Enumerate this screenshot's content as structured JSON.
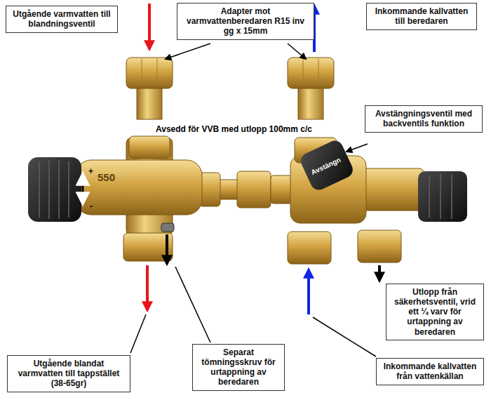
{
  "diagram": {
    "nodes": [
      {
        "text": [
          "Utgående varmvatten till blandningsventil"
        ]
      },
      {
        "text": [
          "Adapter mot varmvattenberedaren R15 inv gg x 15mm"
        ]
      },
      {
        "text": [
          "Inkommande kallvatten till beredaren"
        ]
      },
      {
        "text": [
          "Avstängningsventil med backventils funktion"
        ]
      },
      {
        "text": [
          "Utlopp från säkerhetsventil, vrid ett ¼ varv för urtappning av beredaren"
        ]
      },
      {
        "text": [
          "Utgående blandat varmvatten till tappstället (38-65gr)"
        ]
      },
      {
        "text": [
          "Separat tömningsskruv för urtappning av beredaren"
        ]
      },
      {
        "text": [
          "Inkommande kallvatten från vattenkällan"
        ]
      }
    ],
    "labels": [
      "Avsedd för VVB med utlopp 100mm c/c",
      "550",
      "Avstängn",
      "+",
      "-"
    ]
  }
}
